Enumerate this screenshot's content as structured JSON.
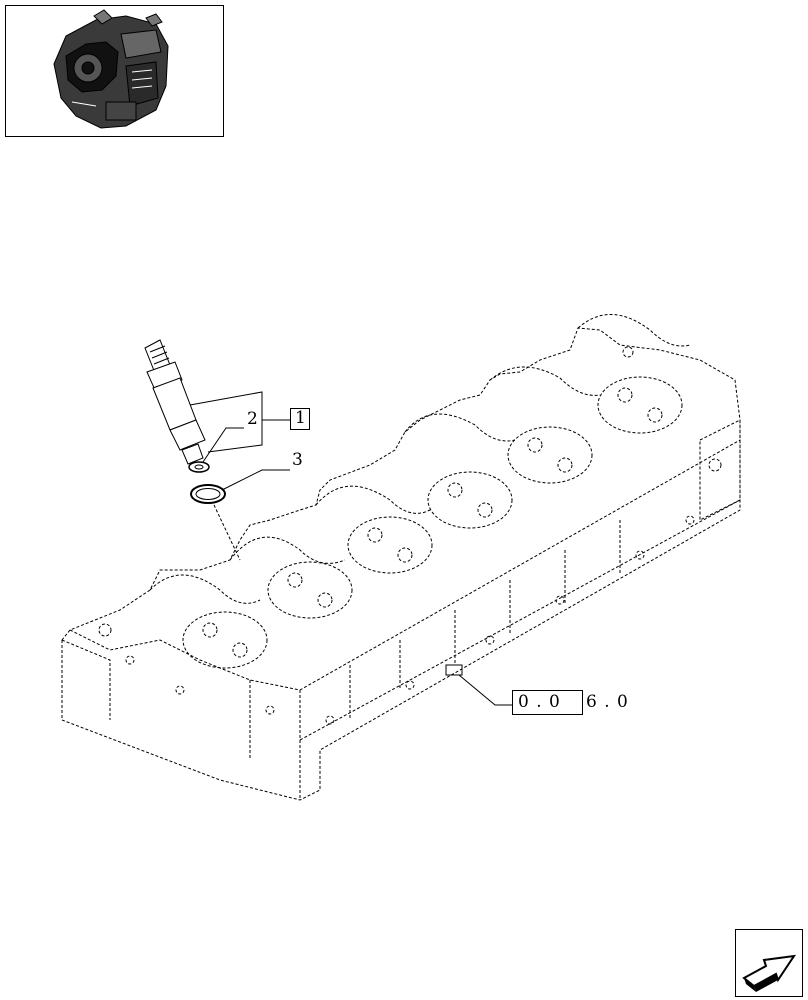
{
  "callouts": {
    "item_1": "1",
    "item_2": "2",
    "item_3": "3",
    "ref_boxed": "0 . 0",
    "ref_tail": "6 . 0"
  },
  "icons": {
    "thumbnail": "engine-thumbnail-icon",
    "navigation": "next-page-arrow-icon"
  },
  "colors": {
    "line": "#000000",
    "background": "#ffffff"
  }
}
